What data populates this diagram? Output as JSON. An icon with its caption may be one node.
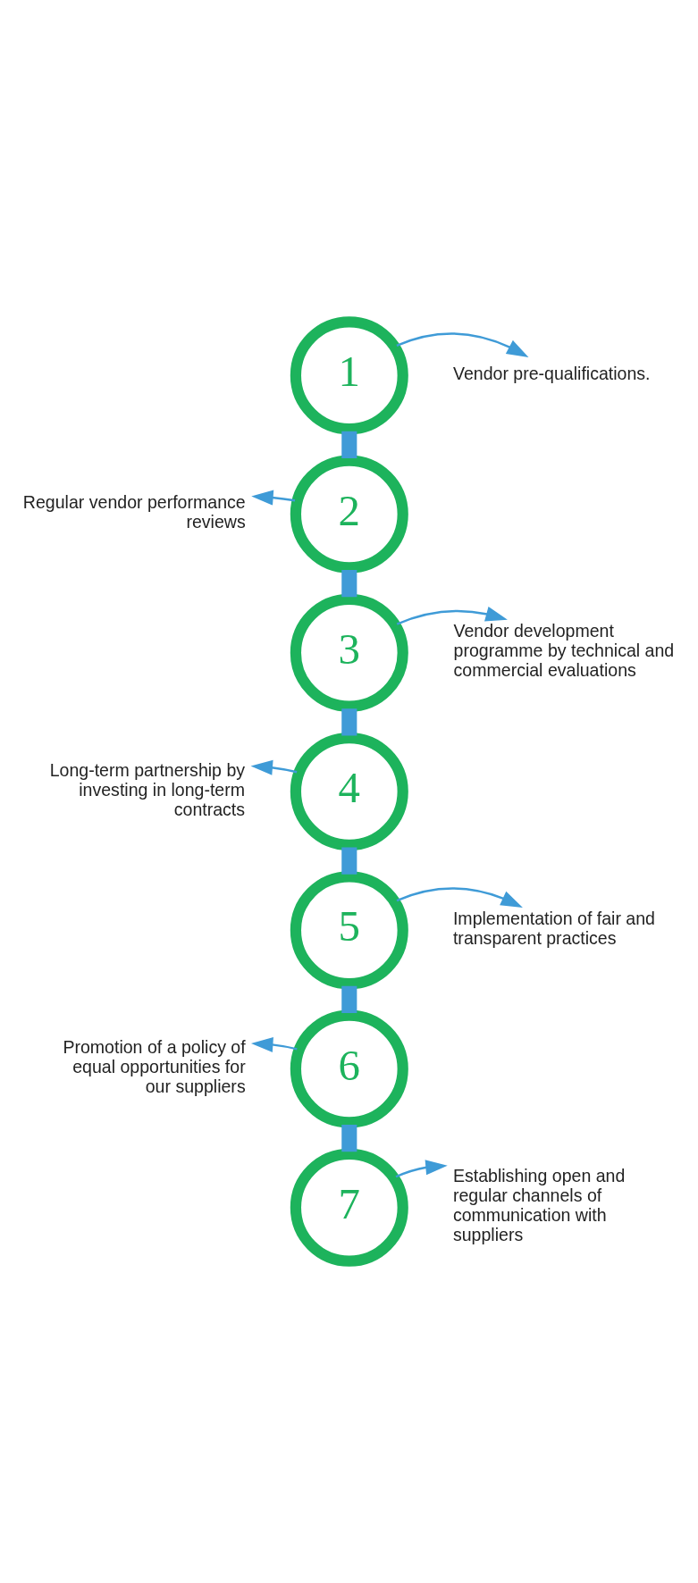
{
  "diagram": {
    "nodes": [
      {
        "text": [
          "1"
        ]
      },
      {
        "text": [
          "Vendor pre-qualifications."
        ]
      },
      {
        "text": [
          "2"
        ]
      },
      {
        "text": [
          "Regular vendor performance reviews"
        ]
      },
      {
        "text": [
          "3"
        ]
      },
      {
        "text": [
          "Vendor development programme by technical and commercial evaluations"
        ]
      },
      {
        "text": [
          "4"
        ]
      },
      {
        "text": [
          "Long-term partnership by investing in long-term contracts"
        ]
      },
      {
        "text": [
          "5"
        ]
      },
      {
        "text": [
          "Implementation of fair and transparent practices"
        ]
      },
      {
        "text": [
          "6"
        ]
      },
      {
        "text": [
          "Promotion of a policy of equal opportunities for our suppliers"
        ]
      },
      {
        "text": [
          "7"
        ]
      },
      {
        "text": [
          "Establishing open and regular channels of communication with suppliers"
        ]
      }
    ],
    "edges": [
      {
        "from": 0,
        "to": 1,
        "arrow": "to"
      },
      {
        "from": 0,
        "to": 2,
        "arrow": "none",
        "style": "thick"
      },
      {
        "from": 2,
        "to": 3,
        "arrow": "to"
      },
      {
        "from": 2,
        "to": 4,
        "arrow": "none",
        "style": "thick"
      },
      {
        "from": 4,
        "to": 5,
        "arrow": "to"
      },
      {
        "from": 4,
        "to": 6,
        "arrow": "none",
        "style": "thick"
      },
      {
        "from": 6,
        "to": 7,
        "arrow": "to"
      },
      {
        "from": 6,
        "to": 8,
        "arrow": "none",
        "style": "thick"
      },
      {
        "from": 8,
        "to": 9,
        "arrow": "to"
      },
      {
        "from": 8,
        "to": 10,
        "arrow": "none",
        "style": "thick"
      },
      {
        "from": 10,
        "to": 11,
        "arrow": "to"
      },
      {
        "from": 10,
        "to": 12,
        "arrow": "none",
        "style": "thick"
      },
      {
        "from": 12,
        "to": 13,
        "arrow": "to"
      }
    ]
  }
}
